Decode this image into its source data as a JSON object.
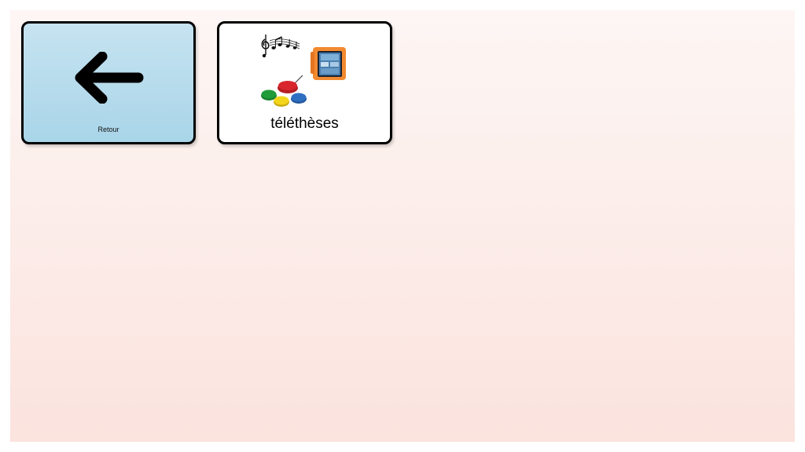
{
  "board": {
    "tiles": [
      {
        "id": "back",
        "label": "Retour",
        "icon": "arrow-left-icon",
        "background": "#b8dcee"
      },
      {
        "id": "teletheses",
        "label": "téléthèses",
        "icon": "assistive-devices-icon"
      }
    ]
  },
  "colors": {
    "board_top": "#fdf6f4",
    "board_bottom": "#fbe3de",
    "tile_border": "#000000",
    "tablet_case": "#f28a30",
    "switch_red": "#d8262c",
    "switch_green": "#1f9b3a",
    "switch_yellow": "#f3d51b",
    "switch_blue": "#2f6fc2"
  }
}
